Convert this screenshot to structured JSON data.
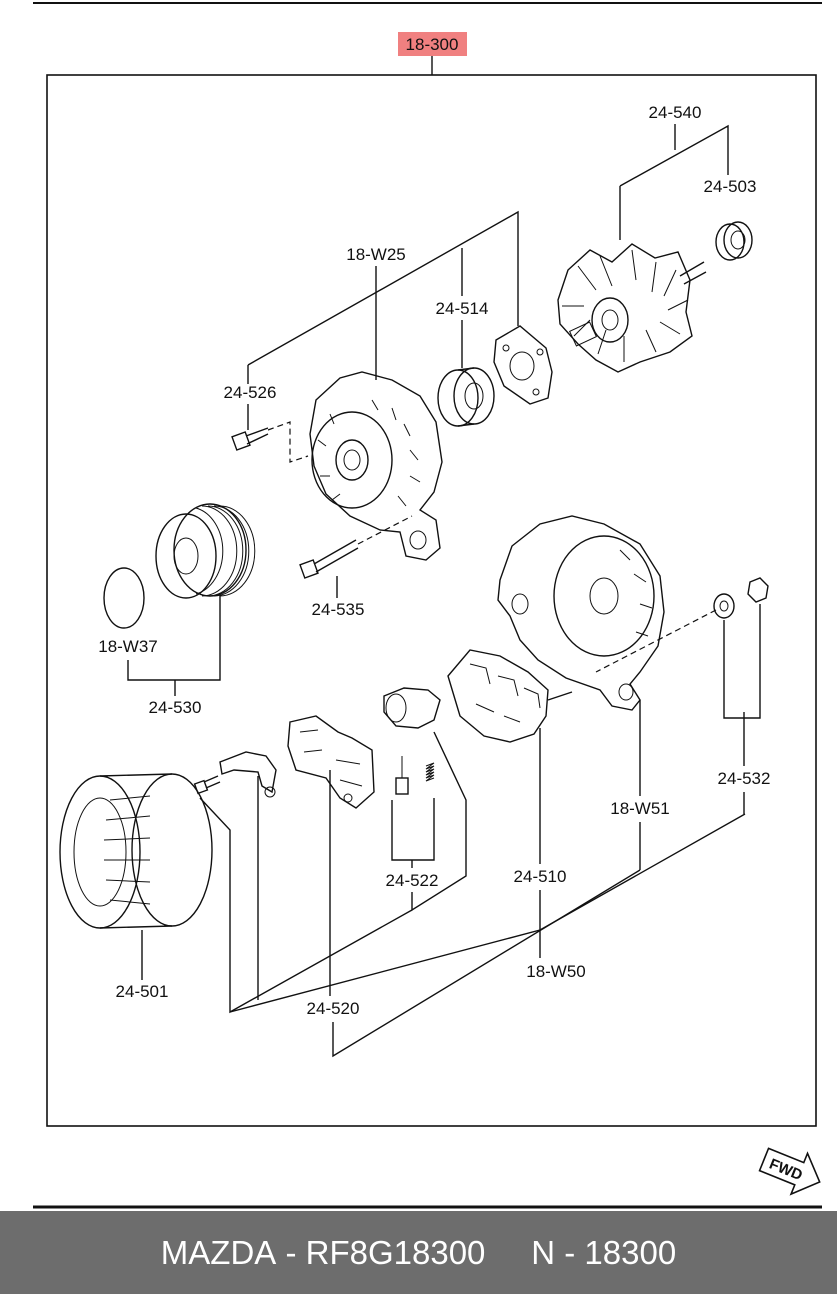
{
  "assembly": {
    "code": "18-300",
    "highlight_color": "#f08080"
  },
  "labels": {
    "p24_540": "24-540",
    "p24_503": "24-503",
    "p18_w25": "18-W25",
    "p24_514": "24-514",
    "p24_526": "24-526",
    "p24_535": "24-535",
    "p18_w37": "18-W37",
    "p24_530": "24-530",
    "p24_532": "24-532",
    "p18_w51": "18-W51",
    "p24_522": "24-522",
    "p24_510": "24-510",
    "p24_501": "24-501",
    "p24_520": "24-520",
    "p18_w50": "18-W50"
  },
  "direction_arrow": "FWD",
  "footer": {
    "brand": "MAZDA",
    "separator": " - ",
    "part_number": "RF8G18300",
    "gap": "     ",
    "section": "N - 18300",
    "background": "#6d6d6d"
  }
}
